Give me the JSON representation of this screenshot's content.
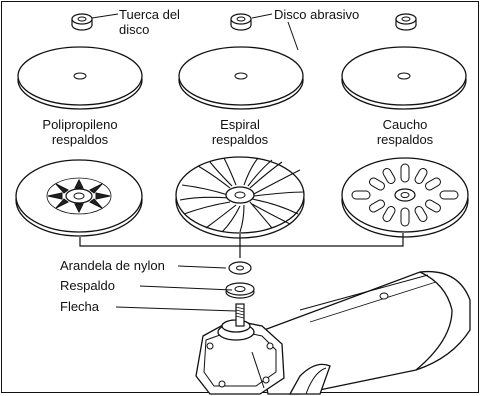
{
  "labels": {
    "nut": [
      "Tuerca del",
      "disco"
    ],
    "abrasive_disc": "Disco abrasivo",
    "backing_poly": [
      "Polipropileno",
      "respaldos"
    ],
    "backing_spiral": [
      "Espiral",
      "respaldos"
    ],
    "backing_rubber": [
      "Caucho",
      "respaldos"
    ],
    "nylon_washer": "Arandela de nylon",
    "backing_plate": "Respaldo",
    "spindle": "Flecha"
  }
}
